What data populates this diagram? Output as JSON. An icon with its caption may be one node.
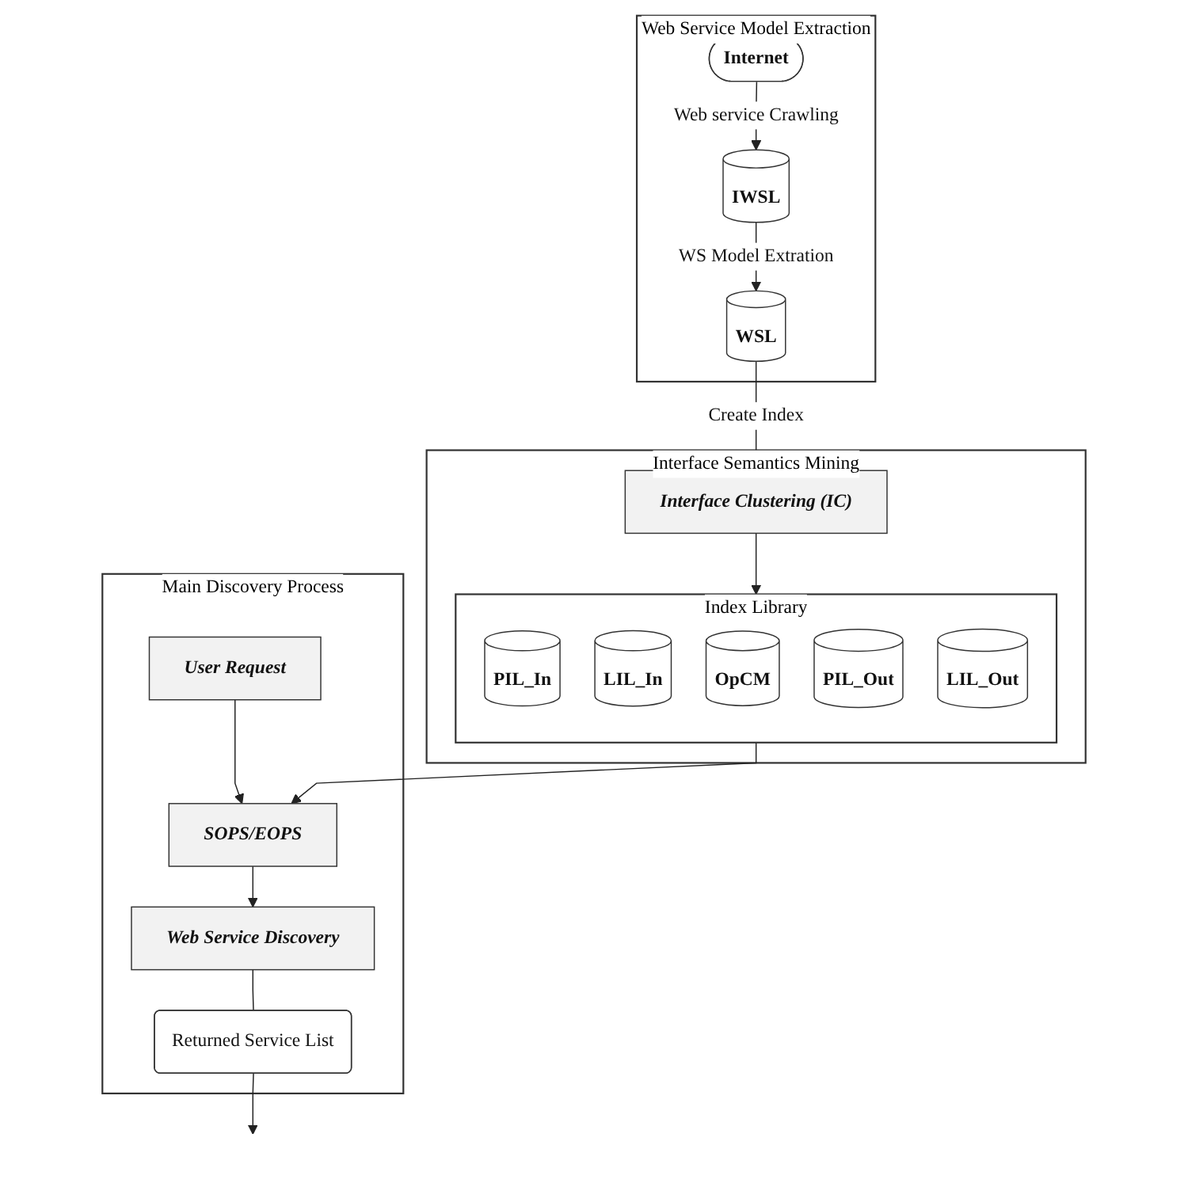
{
  "diagram": {
    "nodes": [
      {
        "text": [
          "Main Discovery Process"
        ]
      },
      {
        "text": [
          "User Request"
        ],
        "in": 0
      },
      {
        "text": [
          "Returned Service List"
        ],
        "in": 0
      },
      {
        "text": [
          "SOPS/EOPS"
        ],
        "in": 0
      },
      {
        "text": [
          "Web Service Discovery"
        ],
        "in": 0
      },
      {
        "text": [
          "Interface Semantics Mining"
        ]
      },
      {
        "text": [
          "Index Library"
        ],
        "in": 5
      },
      {
        "text": [
          "PIL_In"
        ],
        "in": 6
      },
      {
        "text": [
          "LIL_In"
        ],
        "in": 6
      },
      {
        "text": [
          "OpCM"
        ],
        "in": 6
      },
      {
        "text": [
          "PIL_Out"
        ],
        "in": 6
      },
      {
        "text": [
          "LIL_Out"
        ],
        "in": 6
      },
      {
        "text": [
          "Interface Clustering (IC)"
        ],
        "in": 5
      },
      {
        "text": [
          "Web Service Model Extraction"
        ]
      },
      {
        "text": [
          "IWSL"
        ],
        "in": 13
      },
      {
        "text": [
          "WSL"
        ],
        "in": 13
      },
      {
        "text": [
          "Internet"
        ],
        "in": 13
      }
    ],
    "edges": [
      {
        "from": 1,
        "to": 3,
        "arrow": "to"
      },
      {
        "from": 3,
        "to": 4,
        "arrow": "to"
      },
      {
        "from": 4,
        "to": 2,
        "arrow": "none"
      },
      {
        "from": 2,
        "to": null,
        "arrow": "to"
      },
      {
        "from": 6,
        "to": 3,
        "arrow": "to"
      },
      {
        "from": 12,
        "to": 6,
        "arrow": "to"
      },
      {
        "from": 15,
        "to": 12,
        "arrow": "to",
        "label": "Create Index"
      },
      {
        "from": 14,
        "to": 15,
        "arrow": "to",
        "label": "WS Model Extration"
      },
      {
        "from": 16,
        "to": 14,
        "arrow": "to",
        "label": "Web service Crawling"
      }
    ]
  }
}
